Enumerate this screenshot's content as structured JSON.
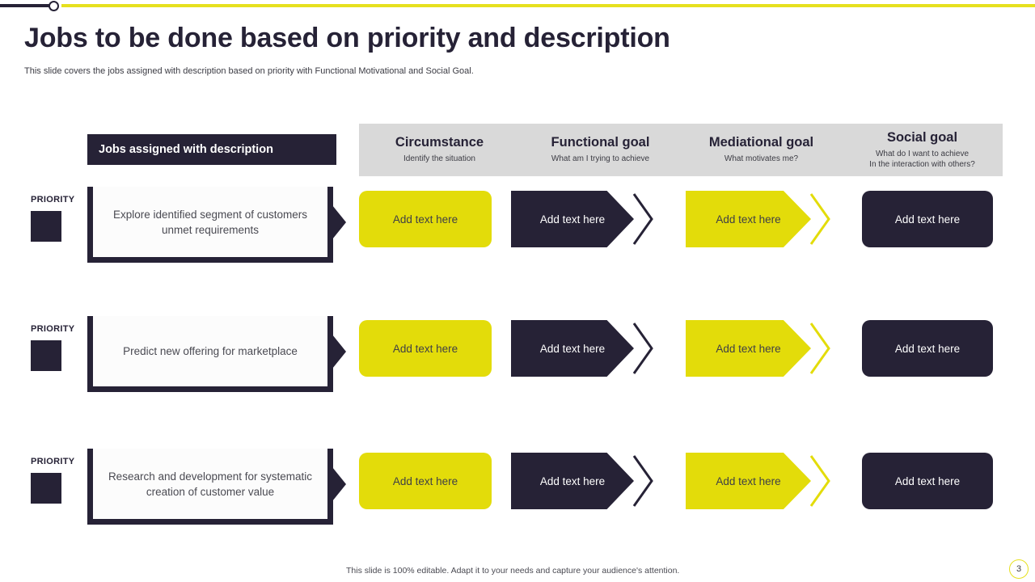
{
  "slide": {
    "title": "Jobs to be done based on priority and description",
    "subtitle": "This slide covers the jobs assigned with description based on priority with Functional Motivational and Social Goal.",
    "footer_note": "This slide is 100% editable. Adapt it to your needs and capture your audience's attention.",
    "page_number": "3"
  },
  "colors": {
    "dark": "#262236",
    "yellow": "#E3DC0A",
    "accent_line": "#E6E01E",
    "band": "#d9d9d9"
  },
  "jobs_header": {
    "label": "Jobs assigned with description"
  },
  "columns": [
    {
      "title": "Circumstance",
      "subtitle": "Identify the situation"
    },
    {
      "title": "Functional goal",
      "subtitle": "What am I trying to achieve"
    },
    {
      "title": "Mediational goal",
      "subtitle": "What motivates me?"
    },
    {
      "title": "Social goal",
      "subtitle": "What do I want to achieve\nIn the interaction with others?"
    }
  ],
  "rows": [
    {
      "priority_label": "PRIORITY",
      "description": "Explore identified segment of customers unmet requirements",
      "cells": [
        "Add text here",
        "Add text here",
        "Add text here",
        "Add text here"
      ]
    },
    {
      "priority_label": "PRIORITY",
      "description": "Predict new offering for marketplace",
      "cells": [
        "Add text here",
        "Add text here",
        "Add text here",
        "Add text here"
      ]
    },
    {
      "priority_label": "PRIORITY",
      "description": "Research and development for systematic creation of customer value",
      "cells": [
        "Add text here",
        "Add text here",
        "Add text here",
        "Add text here"
      ]
    }
  ]
}
